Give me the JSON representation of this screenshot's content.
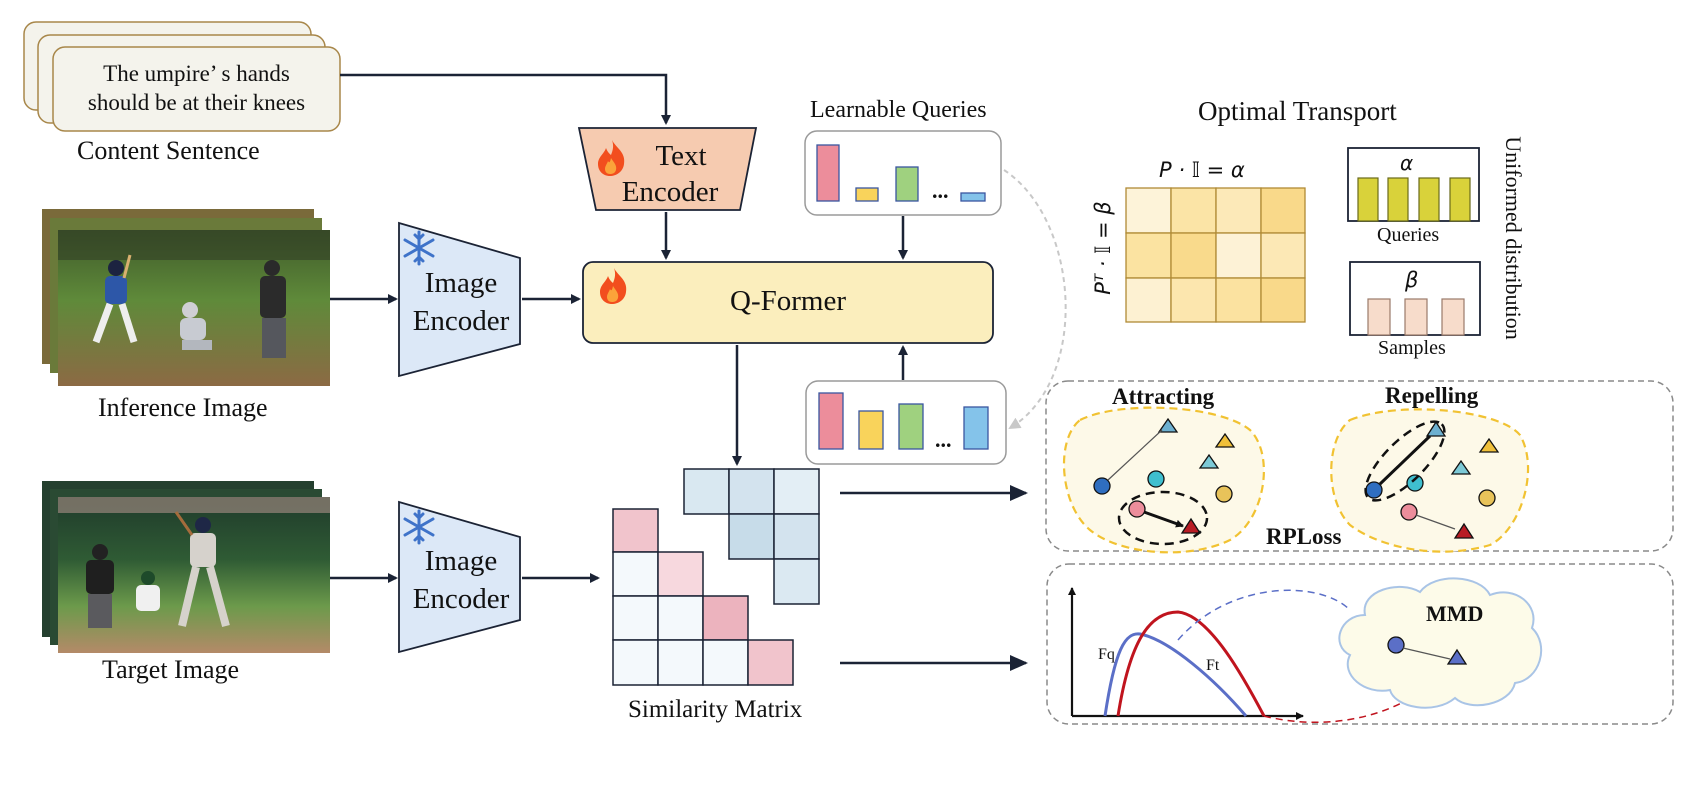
{
  "inputs": {
    "content_sentence_text": [
      "The umpire’ s hands",
      "should be at their knees"
    ],
    "content_sentence_label": "Content Sentence",
    "inference_image_label": "Inference Image",
    "target_image_label": "Target Image"
  },
  "encoders": {
    "text_encoder": [
      "Text",
      "Encoder"
    ],
    "image_encoder_top": [
      "Image",
      "Encoder"
    ],
    "image_encoder_bottom": [
      "Image",
      "Encoder"
    ]
  },
  "qformer": {
    "label": "Q-Former"
  },
  "queries": {
    "label": "Learnable Queries",
    "ellipsis": "..."
  },
  "similarity": {
    "label": "Similarity Matrix"
  },
  "optimal_transport": {
    "title": "Optimal Transport",
    "row_constraint": "P · 𝕀 = α",
    "col_constraint": "Pᵀ · 𝕀 = β",
    "alpha": "α",
    "beta": "β",
    "queries_label": "Queries",
    "samples_label": "Samples",
    "side_label": "Uniformed distribution"
  },
  "rploss": {
    "attracting": "Attracting",
    "repelling": "Repelling",
    "label": "RPLoss"
  },
  "mmd": {
    "label": "MMD",
    "fq_label": "Fq",
    "ft_label": "Ft"
  },
  "colors": {
    "text_encoder_fill": "#f6cbb0",
    "image_encoder_fill": "#dce8f7",
    "qformer_fill": "#fbeebd",
    "query_red": "#ec8d9b",
    "query_yellow": "#f9d35b",
    "query_green": "#9fd17f",
    "query_blue": "#84c3ea",
    "dashed_region": "#f1c232",
    "curve_blue": "#5b6fc7",
    "curve_red": "#c0141e",
    "mmd_cloud": "#fdfbe9"
  }
}
